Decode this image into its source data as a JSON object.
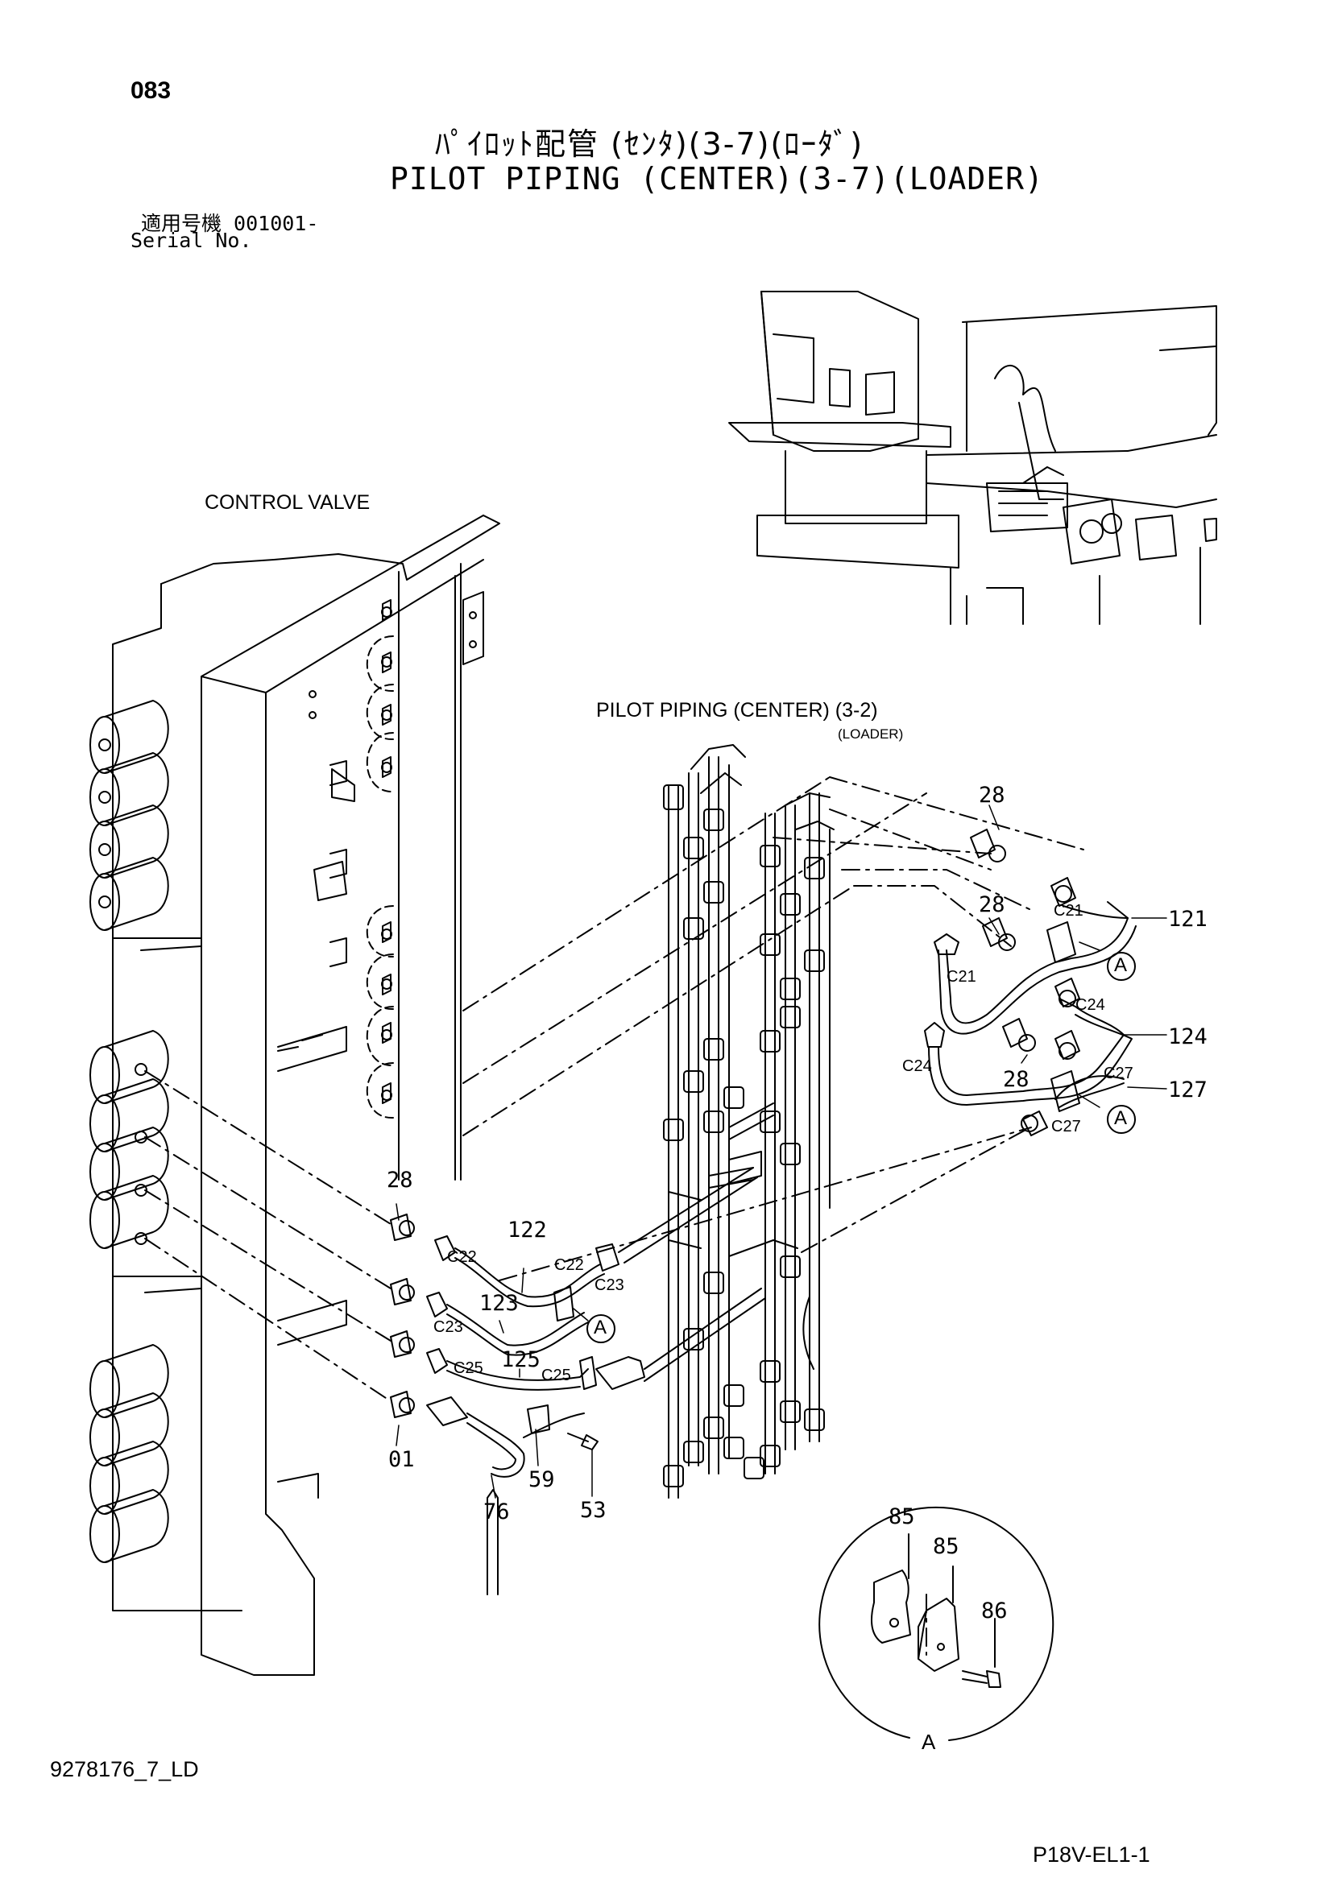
{
  "header": {
    "page_number": "083",
    "title_jp": "ﾊﾟｲﾛｯﾄ配管 (ｾﾝﾀ)(3-7)(ﾛｰﾀﾞ)",
    "title_en": "PILOT PIPING (CENTER)(3-7)(LOADER)",
    "serial_jp": "適用号機  001001-",
    "serial_en": "Serial No."
  },
  "labels": {
    "control_valve": "CONTROL VALVE",
    "ref_title": "PILOT PIPING (CENTER) (3-2)",
    "ref_sub": "(LOADER)",
    "detail": "A"
  },
  "parts": {
    "p28a": "28",
    "p28b": "28",
    "p28c": "28",
    "p28d": "28",
    "p121": "121",
    "p124": "124",
    "p127": "127",
    "p122": "122",
    "p123": "123",
    "p125": "125",
    "p01": "01",
    "p76": "76",
    "p59": "59",
    "p53": "53",
    "p85a": "85",
    "p85b": "85",
    "p86": "86"
  },
  "codes": {
    "c21a": "C21",
    "c21b": "C21",
    "c24a": "C24",
    "c24b": "C24",
    "c27a": "C27",
    "c27b": "C27",
    "c22a": "C22",
    "c22b": "C22",
    "c23a": "C23",
    "c23b": "C23",
    "c25a": "C25",
    "c25b": "C25"
  },
  "callouts": {
    "a1": "A",
    "a2": "A",
    "a3": "A"
  },
  "footer": {
    "drawing_id": "9278176_7_LD",
    "page_code": "P18V-EL1-1"
  }
}
